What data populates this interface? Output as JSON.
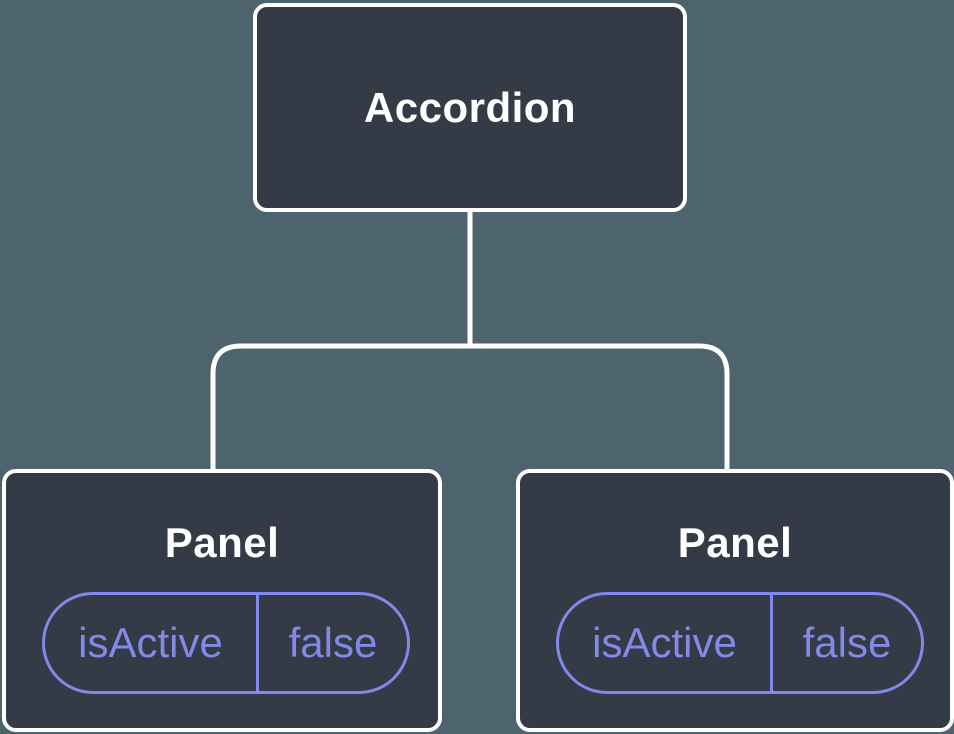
{
  "diagram": {
    "type": "component-tree",
    "colors": {
      "background": "#4d636d",
      "node_fill": "#343a46",
      "node_border": "#ffffff",
      "connector": "#ffffff",
      "node_text": "#ffffff",
      "state_accent": "#8289e8"
    },
    "root": {
      "label": "Accordion"
    },
    "children": [
      {
        "label": "Panel",
        "state": {
          "name": "isActive",
          "value": "false"
        }
      },
      {
        "label": "Panel",
        "state": {
          "name": "isActive",
          "value": "false"
        }
      }
    ]
  }
}
